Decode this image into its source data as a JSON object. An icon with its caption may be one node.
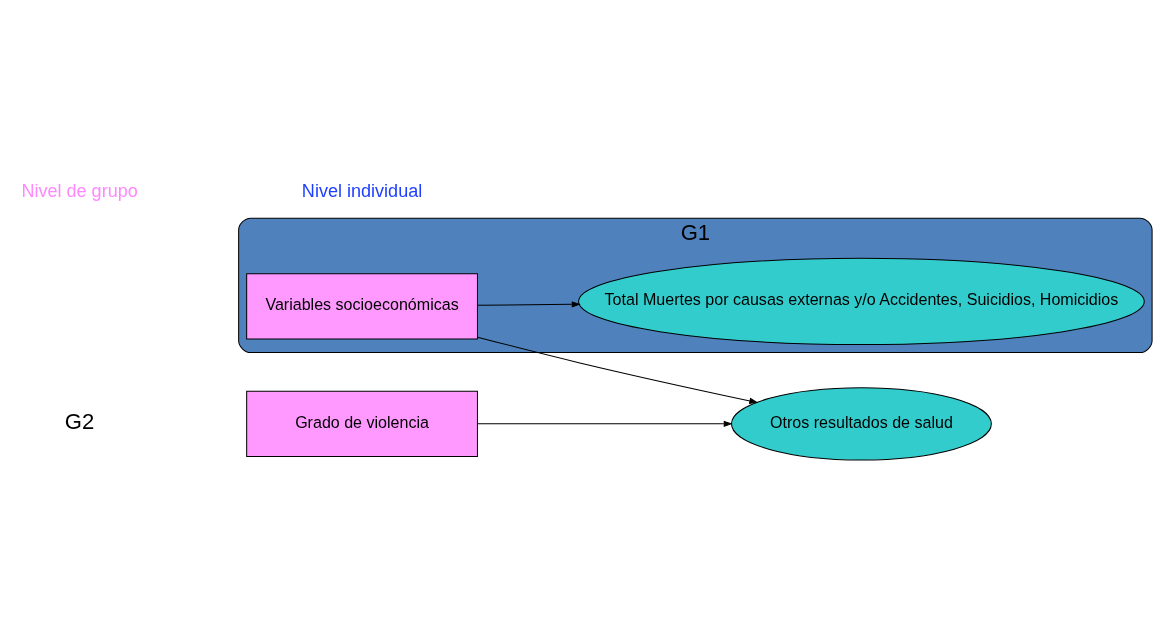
{
  "diagram": {
    "nodes": [
      {
        "text": [
          "G1"
        ]
      },
      {
        "text": [
          "Variables socioeconómicas"
        ],
        "in": 0
      },
      {
        "text": [
          "Total Muertes por causas externas y/o Accidentes, Suicidios, Homicidios"
        ],
        "in": 0
      },
      {
        "text": [
          "Grado de violencia"
        ]
      },
      {
        "text": [
          "Otros resultados de salud"
        ]
      }
    ],
    "edges": [
      {
        "from": 1,
        "to": 2,
        "arrow": "to"
      },
      {
        "from": 1,
        "to": 4,
        "arrow": "to"
      },
      {
        "from": 3,
        "to": 4,
        "arrow": "to"
      }
    ],
    "labels": [
      "Nivel de grupo",
      "Nivel individual",
      "G2"
    ]
  }
}
